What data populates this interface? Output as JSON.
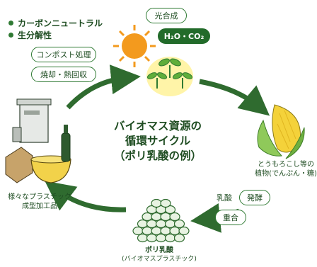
{
  "bullets": [
    "カーボンニュートラル",
    "生分解性"
  ],
  "disposal_options": [
    "コンポスト処理",
    "焼却・熱回収"
  ],
  "photosynthesis_label": "光合成",
  "inputs_label": "H₂O・CO₂",
  "center_title": [
    "バイオマス資源の",
    "循環サイクル",
    "（ポリ乳酸の例）"
  ],
  "plant_label": [
    "とうもろこし等の",
    "植物(でんぷん・糖)"
  ],
  "process_labels": {
    "lactic_acid": "乳酸",
    "fermentation": "発酵",
    "polymerization": "重合"
  },
  "pla_label": [
    "ポリ乳酸",
    "(バイオマスプラスチック)"
  ],
  "products_label": [
    "様々なプラスチック",
    "成型加工品"
  ],
  "colors": {
    "arrow": "#2f6b2f",
    "leaf": "#5fae3a",
    "sun": "#f39a1e",
    "corn": "#f4d23a"
  }
}
